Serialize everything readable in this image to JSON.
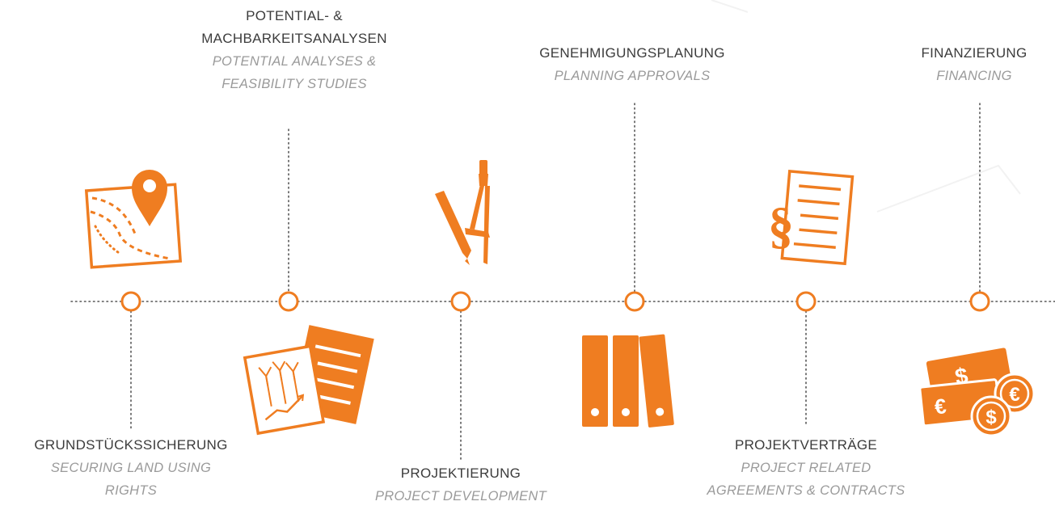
{
  "accent_color": "#ef7d21",
  "steps": [
    {
      "de": [
        "GRUNDSTÜCKSSICHERUNG"
      ],
      "en": [
        "SECURING LAND USING",
        "RIGHTS"
      ],
      "icon": "map-pin-icon"
    },
    {
      "de": [
        "POTENTIAL- &",
        "MACHBARKEITSANALYSEN"
      ],
      "en": [
        "POTENTIAL ANALYSES &",
        "FEASIBILITY STUDIES"
      ],
      "icon": "wind-turbine-documents-icon"
    },
    {
      "de": [
        "PROJEKTIERUNG"
      ],
      "en": [
        "PROJECT DEVELOPMENT"
      ],
      "icon": "drafting-compass-icon"
    },
    {
      "de": [
        "GENEHMIGUNGSPLANUNG"
      ],
      "en": [
        "PLANNING APPROVALS"
      ],
      "icon": "binders-icon"
    },
    {
      "de": [
        "PROJEKTVERTRÄGE"
      ],
      "en": [
        "PROJECT RELATED",
        "AGREEMENTS & CONTRACTS"
      ],
      "icon": "paragraph-document-icon"
    },
    {
      "de": [
        "FINANZIERUNG"
      ],
      "en": [
        "FINANCING"
      ],
      "icon": "money-icon"
    }
  ]
}
